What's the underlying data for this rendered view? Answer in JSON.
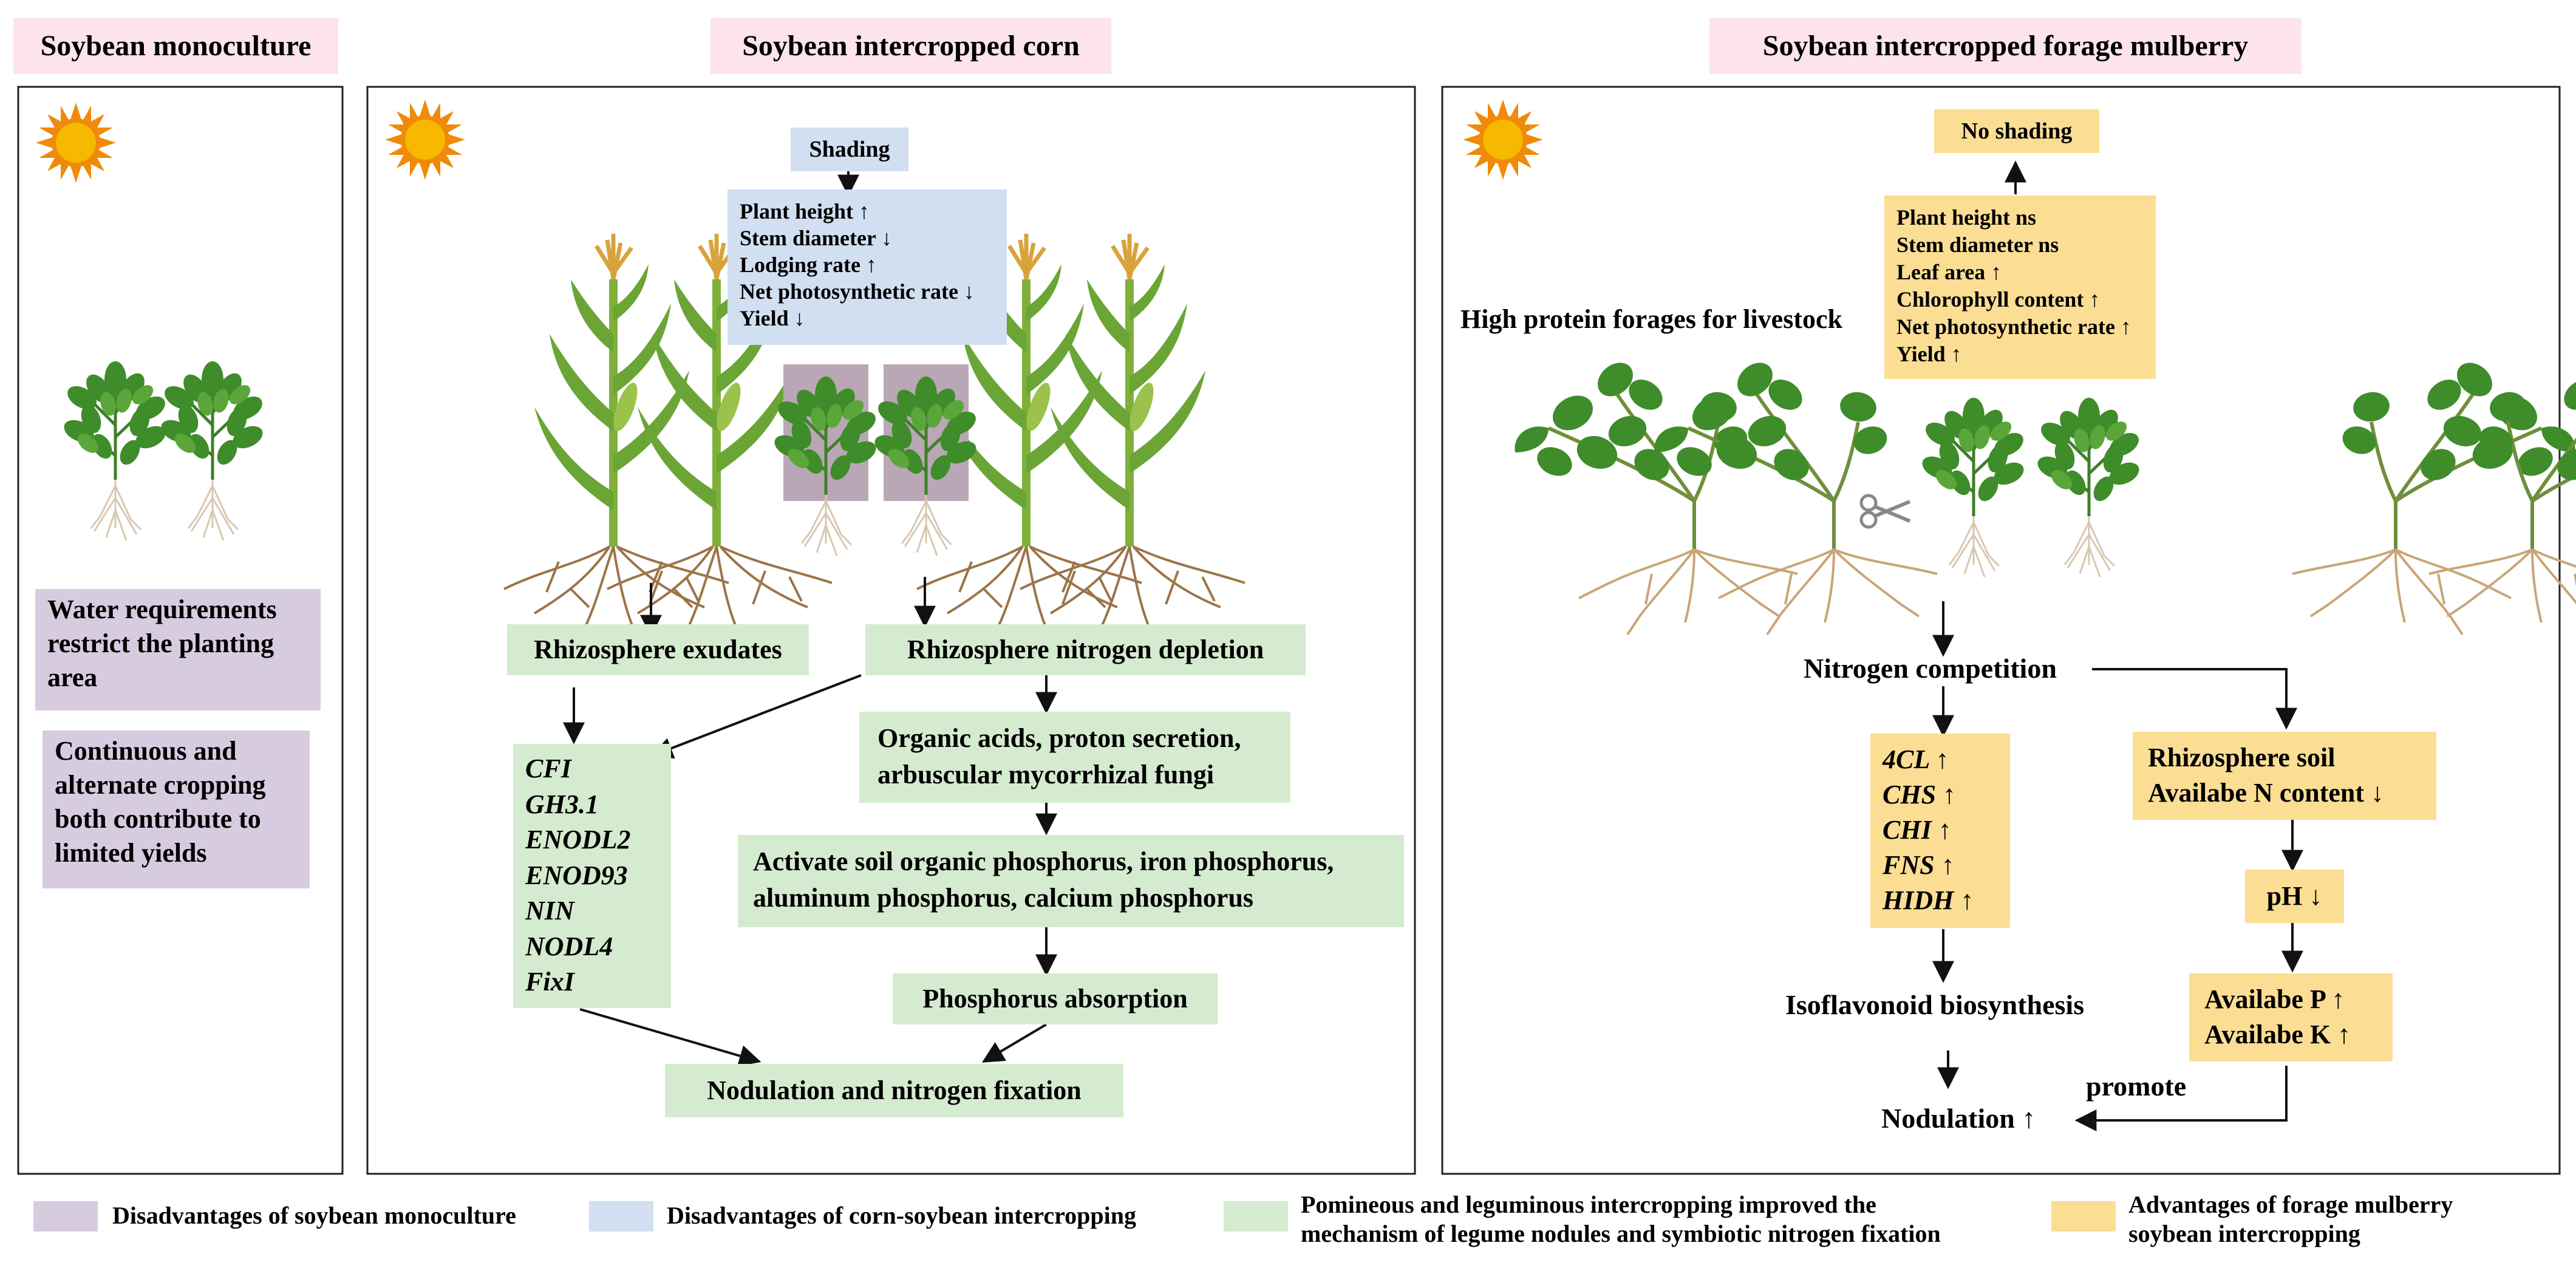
{
  "panels": {
    "monoculture": {
      "title": "Soybean monoculture",
      "box1": [
        "Water requirements",
        "restrict the planting",
        "area"
      ],
      "box2": [
        "Continuous and",
        "alternate cropping",
        "both contribute to",
        "limited yields"
      ]
    },
    "corn": {
      "title": "Soybean intercropped corn",
      "shading": "Shading",
      "effects": [
        "Plant height ↑",
        "Stem diameter ↓",
        "Lodging rate ↑",
        "Net photosynthetic rate ↓",
        "Yield ↓"
      ],
      "rhizo_exudates": "Rhizosphere exudates",
      "rhizo_nitrogen": "Rhizosphere nitrogen depletion",
      "genes": [
        "CFI",
        "GH3.1",
        "ENODL2",
        "ENOD93",
        "NIN",
        "NODL4",
        "FixI"
      ],
      "organic_acids": [
        "Organic acids, proton secretion,",
        "arbuscular mycorrhizal fungi"
      ],
      "activate": [
        "Activate soil organic phosphorus, iron phosphorus,",
        "aluminum phosphorus, calcium phosphorus"
      ],
      "phosphorus": "Phosphorus absorption",
      "nodulation": "Nodulation and nitrogen fixation"
    },
    "mulberry": {
      "title": "Soybean intercropped forage mulberry",
      "no_shading": "No shading",
      "effects": [
        "Plant height ns",
        "Stem diameter ns",
        "Leaf area ↑",
        "Chlorophyll content ↑",
        "Net photosynthetic rate ↑",
        "Yield ↑"
      ],
      "forage_label": "High protein forages for livestock",
      "nitrogen_competition": "Nitrogen competition",
      "genes": [
        "4CL ↑",
        "CHS ↑",
        "CHI ↑",
        "FNS ↑",
        "HIDH ↑"
      ],
      "rhizo_soil": [
        "Rhizosphere soil",
        "Availabe N content ↓"
      ],
      "ph": "pH ↓",
      "available": [
        "Availabe P ↑",
        "Availabe K ↑"
      ],
      "isoflavonoid": "Isoflavonoid biosynthesis",
      "promote": "promote",
      "nodulation": "Nodulation ↑"
    }
  },
  "legend": [
    {
      "label": [
        "Disadvantages of soybean monoculture"
      ],
      "color": "#d7cbe0"
    },
    {
      "label": [
        "Disadvantages of corn-soybean intercropping"
      ],
      "color": "#d1dff1"
    },
    {
      "label": [
        "Pomineous and leguminous intercropping improved the",
        "mechanism of legume nodules and symbiotic nitrogen fixation"
      ],
      "color": "#d5ebcf"
    },
    {
      "label": [
        "Advantages of forage mulberry",
        "soybean intercropping"
      ],
      "color": "#fbdd94"
    }
  ],
  "colors": {
    "purple": "#d7cbe0",
    "blue": "#d1dff1",
    "green": "#d5ebcf",
    "yellow": "#fbdd94",
    "title_bg": "#fce4ea"
  }
}
